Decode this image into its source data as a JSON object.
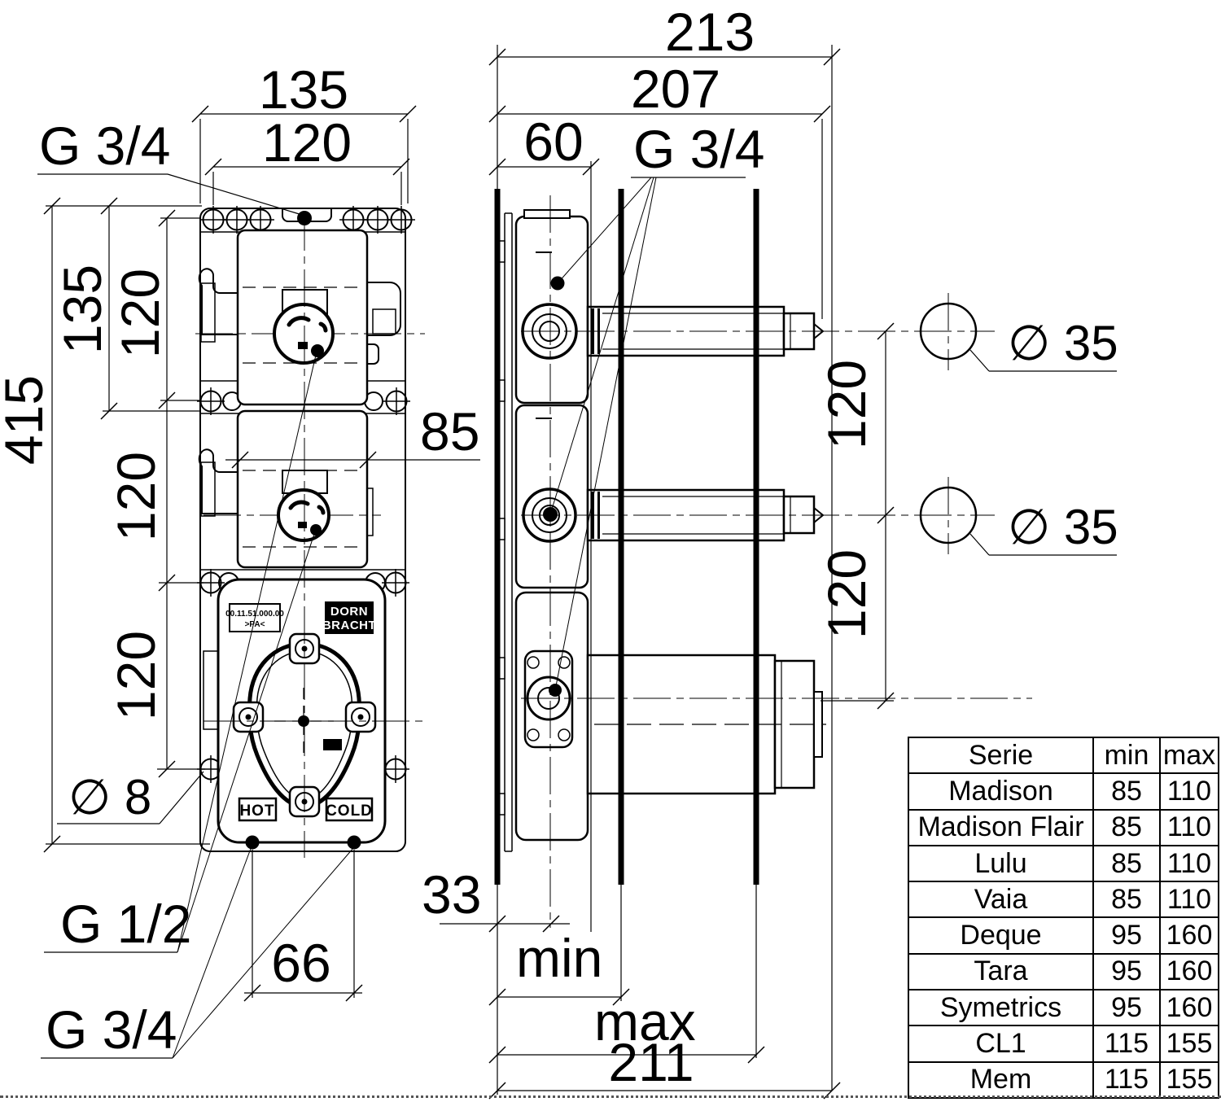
{
  "front_view": {
    "dims": {
      "width_outer": "135",
      "width_holes": "120",
      "thread_top": "G 3/4",
      "height_total": "415",
      "height_top": "135",
      "spacing_1": "120",
      "spacing_2": "120",
      "spacing_3": "120",
      "body_width": "85",
      "screw_hole_dia": "∅ 8",
      "thread_outlet": "G 1/2",
      "inlet_spacing": "66",
      "thread_inlet": "G 3/4"
    },
    "labels": {
      "hot": "HOT",
      "cold": "COLD",
      "brand_line1": "DORN",
      "brand_line2": "BRACHT",
      "part_label_line1": "00.11.51.000.00",
      "part_label_line2": ">PA<"
    }
  },
  "side_view": {
    "dims": {
      "depth_total": "213",
      "depth_body": "207",
      "depth_front": "60",
      "thread_ports": "G 3/4",
      "hole_dia_top": "∅ 35",
      "hole_dia_mid": "∅ 35",
      "spacing_top": "120",
      "spacing_bottom": "120",
      "wall_offset": "33",
      "wall_min": "min",
      "wall_max": "max",
      "depth_max": "211"
    }
  },
  "table": {
    "headers": [
      "Serie",
      "min",
      "max"
    ],
    "rows": [
      [
        "Madison",
        "85",
        "110"
      ],
      [
        "Madison Flair",
        "85",
        "110"
      ],
      [
        "Lulu",
        "85",
        "110"
      ],
      [
        "Vaia",
        "85",
        "110"
      ],
      [
        "Deque",
        "95",
        "160"
      ],
      [
        "Tara",
        "95",
        "160"
      ],
      [
        "Symetrics",
        "95",
        "160"
      ],
      [
        "CL1",
        "115",
        "155"
      ],
      [
        "Mem",
        "115",
        "155"
      ]
    ]
  }
}
